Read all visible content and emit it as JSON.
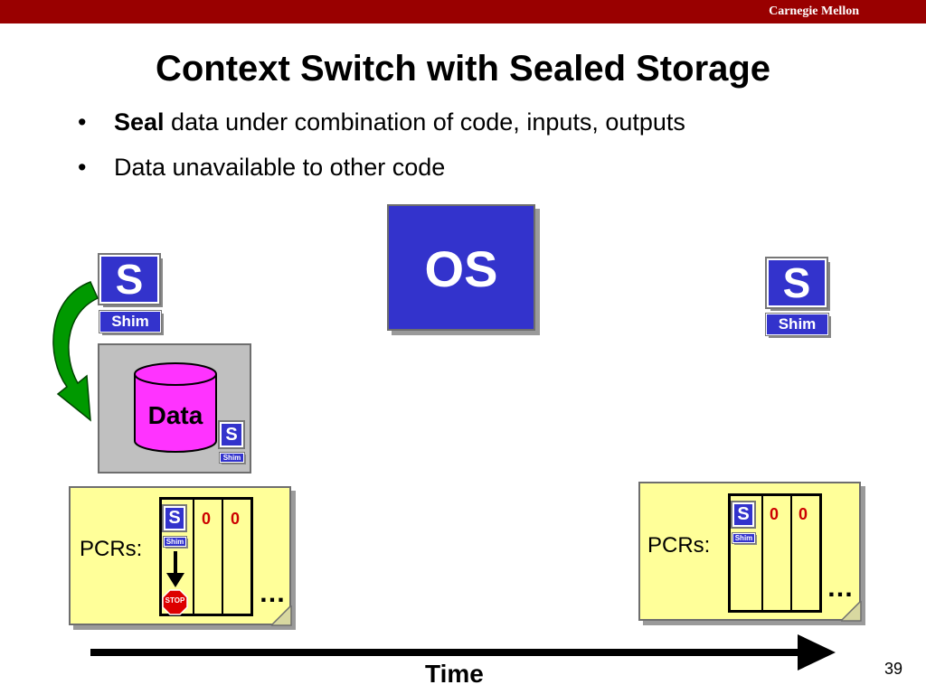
{
  "header": {
    "brand": "Carnegie Mellon"
  },
  "slide": {
    "title": "Context Switch with Sealed Storage",
    "bullets": [
      {
        "bold": "Seal",
        "text": " data under combination of code, inputs, outputs"
      },
      {
        "bold": "",
        "text": "Data unavailable to other code"
      }
    ],
    "page_number": "39"
  },
  "diagram": {
    "os_label": "OS",
    "s_label": "S",
    "shim_label": "Shim",
    "data_label": "Data",
    "stop_label": "STOP",
    "pcrs_label": "PCRs:",
    "pcr_values_left": [
      "0",
      "0"
    ],
    "pcr_values_right": [
      "0",
      "0"
    ],
    "ellipsis": "…",
    "time_label": "Time"
  },
  "colors": {
    "header_bar": "#990000",
    "s_box": "#3333cc",
    "os_box": "#3333cc",
    "data_cylinder": "#ff33ff",
    "note": "#ffff99",
    "pcr_value": "#cc0000",
    "arrow": "#009900",
    "stop": "#dd0000"
  }
}
